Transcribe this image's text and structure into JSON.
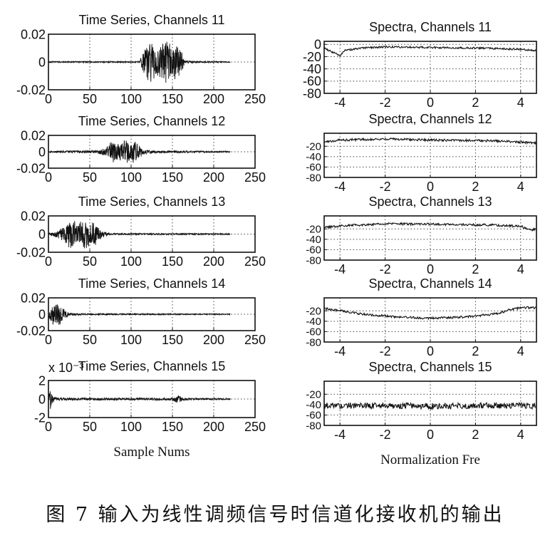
{
  "caption": "图 7  输入为线性调频信号时信道化接收机的输出",
  "colors": {
    "line": "#111111",
    "grid": "#444444",
    "frame": "#111111"
  },
  "chart_data": [
    {
      "type": "line",
      "title": "Time Series, Channels 11",
      "xlabel": "",
      "ylabel": "",
      "xlim": [
        0,
        250
      ],
      "ylim": [
        -0.02,
        0.02
      ],
      "grid": true,
      "xticks": [
        "0",
        "50",
        "100",
        "150",
        "200",
        "250"
      ],
      "yticks": [
        "0.02",
        "0",
        "-0.02"
      ],
      "series": [
        {
          "x": [
            0,
            110,
            115,
            120,
            125,
            130,
            135,
            140,
            145,
            150,
            155,
            160,
            165,
            220
          ],
          "amplitude": [
            0.0005,
            0.0005,
            0.008,
            0.014,
            0.016,
            0.01,
            0.012,
            0.016,
            0.016,
            0.012,
            0.015,
            0.01,
            0.0008,
            0.0004
          ]
        }
      ]
    },
    {
      "type": "line",
      "title": "Spectra, Channels 11",
      "xlabel": "",
      "ylabel": "",
      "xlim": [
        -4.7,
        4.7
      ],
      "ylim": [
        -80,
        5
      ],
      "grid": true,
      "xticks": [
        "-4",
        "-2",
        "0",
        "2",
        "4"
      ],
      "yticks": [
        "0",
        "-20",
        "-40",
        "-60",
        "-80"
      ],
      "series": [
        {
          "x": [
            -4.7,
            -4.5,
            -4.2,
            -4.0,
            -3.8,
            -3.0,
            -2.0,
            0,
            2.0,
            3.0,
            4.0,
            4.7
          ],
          "y": [
            -5,
            -10,
            -15,
            -18,
            -10,
            -6,
            -4,
            -5,
            -6,
            -7,
            -8,
            -10
          ]
        }
      ]
    },
    {
      "type": "line",
      "title": "Time Series, Channels 12",
      "xlabel": "",
      "ylabel": "",
      "xlim": [
        0,
        250
      ],
      "ylim": [
        -0.02,
        0.02
      ],
      "grid": true,
      "xticks": [
        "0",
        "50",
        "100",
        "150",
        "200",
        "250"
      ],
      "yticks": [
        "0.02",
        "0",
        "-0.02"
      ],
      "series": [
        {
          "x": [
            0,
            60,
            70,
            75,
            80,
            85,
            90,
            95,
            100,
            105,
            110,
            115,
            130,
            220
          ],
          "amplitude": [
            0.001,
            0.002,
            0.006,
            0.012,
            0.015,
            0.01,
            0.014,
            0.016,
            0.012,
            0.015,
            0.008,
            0.003,
            0.0015,
            0.0008
          ]
        }
      ]
    },
    {
      "type": "line",
      "title": "Spectra, Channels 12",
      "xlabel": "",
      "ylabel": "",
      "xlim": [
        -4.7,
        4.7
      ],
      "ylim": [
        -80,
        5
      ],
      "grid": true,
      "xticks": [
        "-4",
        "-2",
        "0",
        "2",
        "4"
      ],
      "yticks": [
        "-20",
        "-40",
        "-60",
        "-80"
      ],
      "series": [
        {
          "x": [
            -4.7,
            -4.0,
            -3.0,
            -2.0,
            0,
            2.0,
            3.0,
            4.0,
            4.7
          ],
          "y": [
            -12,
            -8,
            -7,
            -6,
            -8,
            -9,
            -10,
            -12,
            -14
          ]
        }
      ]
    },
    {
      "type": "line",
      "title": "Time Series, Channels 13",
      "xlabel": "",
      "ylabel": "",
      "xlim": [
        0,
        250
      ],
      "ylim": [
        -0.02,
        0.02
      ],
      "grid": true,
      "xticks": [
        "0",
        "50",
        "100",
        "150",
        "200",
        "250"
      ],
      "yticks": [
        "0.02",
        "0",
        "-0.02"
      ],
      "series": [
        {
          "x": [
            0,
            10,
            20,
            25,
            30,
            35,
            40,
            45,
            50,
            55,
            60,
            65,
            75,
            220
          ],
          "amplitude": [
            0.001,
            0.004,
            0.01,
            0.015,
            0.016,
            0.012,
            0.015,
            0.016,
            0.013,
            0.015,
            0.01,
            0.004,
            0.001,
            0.0008
          ]
        }
      ]
    },
    {
      "type": "line",
      "title": "Spectra, Channels 13",
      "xlabel": "",
      "ylabel": "",
      "xlim": [
        -4.7,
        4.7
      ],
      "ylim": [
        -80,
        5
      ],
      "grid": true,
      "xticks": [
        "-4",
        "-2",
        "0",
        "2",
        "4"
      ],
      "yticks": [
        "-20",
        "-40",
        "-60",
        "-80"
      ],
      "series": [
        {
          "x": [
            -4.7,
            -4.0,
            -3.0,
            -2.0,
            0,
            2.0,
            3.0,
            4.0,
            4.5,
            4.7
          ],
          "y": [
            -18,
            -14,
            -12,
            -10,
            -11,
            -12,
            -13,
            -15,
            -22,
            -20
          ]
        }
      ]
    },
    {
      "type": "line",
      "title": "Time Series, Channels 14",
      "xlabel": "",
      "ylabel": "",
      "xlim": [
        0,
        250
      ],
      "ylim": [
        -0.02,
        0.02
      ],
      "grid": true,
      "xticks": [
        "0",
        "50",
        "100",
        "150",
        "200",
        "250"
      ],
      "yticks": [
        "0.02",
        "0",
        "-0.02"
      ],
      "series": [
        {
          "x": [
            0,
            3,
            6,
            9,
            12,
            15,
            18,
            21,
            25,
            30,
            40,
            220
          ],
          "amplitude": [
            0.004,
            0.01,
            0.014,
            0.016,
            0.015,
            0.012,
            0.009,
            0.005,
            0.002,
            0.0015,
            0.001,
            0.0007
          ]
        }
      ]
    },
    {
      "type": "line",
      "title": "Spectra, Channels 14",
      "xlabel": "",
      "ylabel": "",
      "xlim": [
        -4.7,
        4.7
      ],
      "ylim": [
        -80,
        5
      ],
      "grid": true,
      "xticks": [
        "-4",
        "-2",
        "0",
        "2",
        "4"
      ],
      "yticks": [
        "-20",
        "-40",
        "-60",
        "-80"
      ],
      "series": [
        {
          "x": [
            -4.7,
            -4.0,
            -3.0,
            -2.0,
            -1.0,
            0,
            1.0,
            2.0,
            3.0,
            3.5,
            4.0,
            4.7
          ],
          "y": [
            -15,
            -20,
            -26,
            -30,
            -33,
            -34,
            -33,
            -30,
            -25,
            -18,
            -14,
            -14
          ]
        }
      ]
    },
    {
      "type": "line",
      "title": "Time Series, Channels 15",
      "xlabel": "Sample Nums",
      "ylabel": "",
      "scale_label": "x 10⁻³",
      "xlim": [
        0,
        250
      ],
      "ylim": [
        -2,
        2
      ],
      "grid": true,
      "xticks": [
        "0",
        "50",
        "100",
        "150",
        "200",
        "250"
      ],
      "yticks": [
        "2",
        "0",
        "-2"
      ],
      "series": [
        {
          "x": [
            0,
            2,
            4,
            6,
            10,
            50,
            100,
            150,
            157,
            162,
            170,
            220
          ],
          "amplitude": [
            0.2,
            1.3,
            0.8,
            0.3,
            0.15,
            0.12,
            0.12,
            0.15,
            0.5,
            0.2,
            0.1,
            0.08
          ]
        }
      ]
    },
    {
      "type": "line",
      "title": "Spectra, Channels 15",
      "xlabel": "Normalization Fre",
      "ylabel": "",
      "xlim": [
        -4.7,
        4.7
      ],
      "ylim": [
        -80,
        5
      ],
      "grid": true,
      "xticks": [
        "-4",
        "-2",
        "0",
        "2",
        "4"
      ],
      "yticks": [
        "-20",
        "-40",
        "-60",
        "-80"
      ],
      "series": [
        {
          "x": [
            -4.7,
            -2.0,
            0,
            2.0,
            4.7
          ],
          "y": [
            -42,
            -42,
            -43,
            -42,
            -42
          ]
        }
      ]
    }
  ]
}
